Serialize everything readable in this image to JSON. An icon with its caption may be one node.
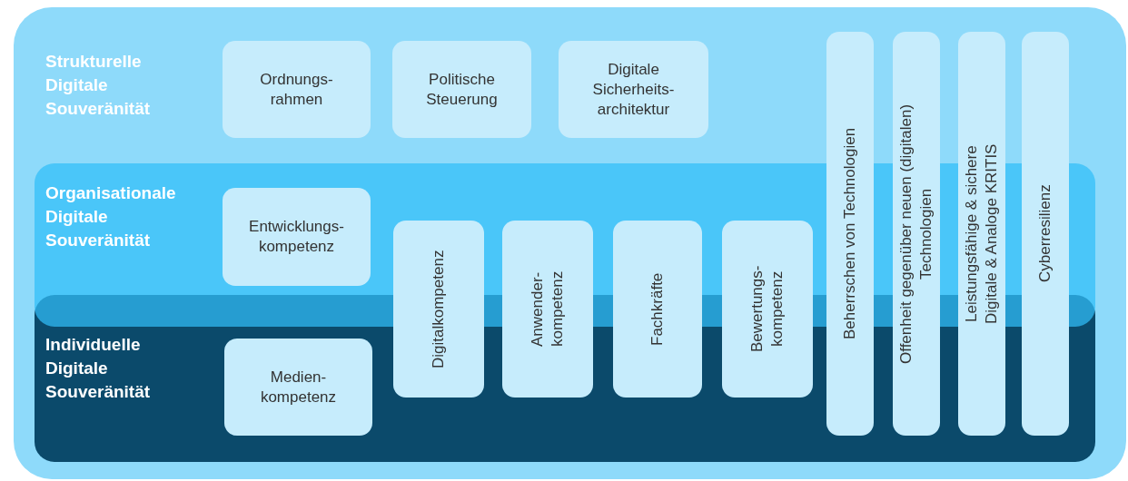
{
  "diagram": {
    "nodes": [
      {
        "text": [
          "Strukturelle Digitale Souveränität"
        ]
      },
      {
        "text": [
          "Organisationale Digitale Souveränität"
        ],
        "in": 0
      },
      {
        "text": [
          "Individuelle Digitale Souveränität"
        ],
        "in": 0
      },
      {
        "text": [
          "Ordnungs- rahmen"
        ],
        "in": 0
      },
      {
        "text": [
          "Politische Steuerung"
        ],
        "in": 0
      },
      {
        "text": [
          "Digitale Sicherheits- architektur"
        ],
        "in": 0
      },
      {
        "text": [
          "Entwicklungs- kompetenz"
        ],
        "in": 1
      },
      {
        "text": [
          "Medien- kompetenz"
        ],
        "in": 2
      },
      {
        "text": [
          "Digitalkompetenz"
        ],
        "in": 0
      },
      {
        "text": [
          "Anwender- kompetenz"
        ],
        "in": 0
      },
      {
        "text": [
          "Fachkräfte"
        ],
        "in": 0
      },
      {
        "text": [
          "Bewertungs- kompetenz"
        ],
        "in": 0
      },
      {
        "text": [
          "Beherrschen von Technologien"
        ],
        "in": 0
      },
      {
        "text": [
          "Offenheit gegenüber neuen (digitalen) Technologien"
        ],
        "in": 0
      },
      {
        "text": [
          "Leistungsfähige & sichere Digitale & Analoge KRITIS"
        ],
        "in": 0
      },
      {
        "text": [
          "Cyberresilienz"
        ],
        "in": 0
      }
    ]
  }
}
